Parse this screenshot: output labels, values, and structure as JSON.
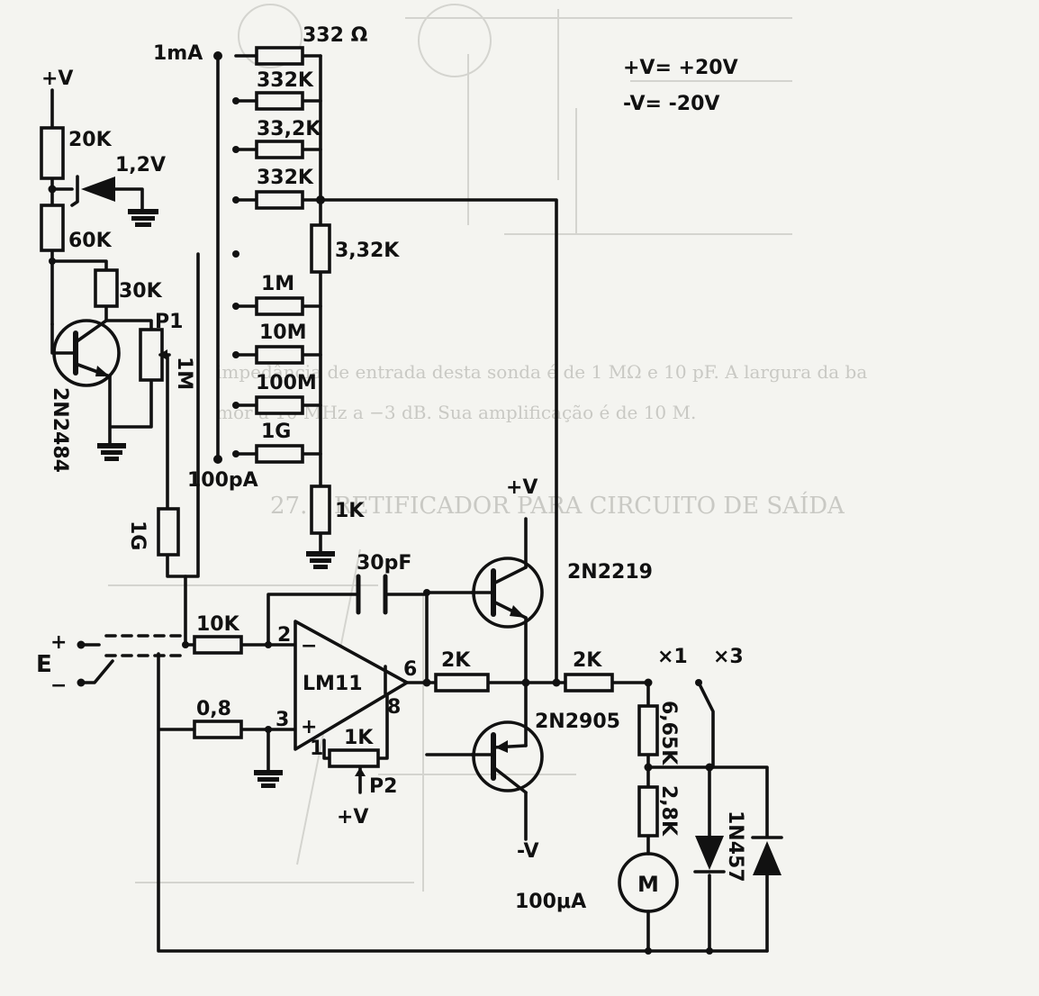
{
  "supply": {
    "pos_line": "+V= +20V",
    "neg_line": "-V= -20V"
  },
  "ranges": {
    "top": "1mA",
    "bottom": "100pA"
  },
  "divider": {
    "r1": "332 Ω",
    "r2": "332K",
    "r3": "33,2K",
    "r4": "332K",
    "r5": "3,32K",
    "r6": "1M",
    "r7": "10M",
    "r8": "100M",
    "r9": "1G",
    "r10": "1K"
  },
  "bias": {
    "vplus": "+V",
    "r_top": "20K",
    "zener": "1,2V",
    "r_bottom": "60K",
    "r_emitter": "30K",
    "transistor": "2N2484",
    "pot": "P1",
    "r_1m": "1M",
    "r_1g": "1G"
  },
  "amp": {
    "r_in": "10K",
    "r_plus": "0,8",
    "cap": "30pF",
    "opamp": "LM11",
    "pin_inv": "2",
    "pin_noninv": "3",
    "pin_out": "6",
    "pin_8": "8",
    "pin_1": "1",
    "inv_sign": "−",
    "noninv_sign": "+",
    "trim": "1K",
    "pot": "P2",
    "trim_supply": "+V"
  },
  "input": {
    "label": "E",
    "plus": "+",
    "minus": "−"
  },
  "output": {
    "q_top": "2N2219",
    "q_bottom": "2N2905",
    "vplus": "+V",
    "vminus": "-V",
    "r_base": "2K",
    "r_out": "2K",
    "x1": "×1",
    "x3": "×3",
    "r_665": "6,65K",
    "r_28": "2,8K",
    "diodes": "1N457",
    "meter": "M",
    "meter_range": "100μA"
  },
  "bleed_through": {
    "line1": "impedância de entrada desta sonda é de 1 MΩ e 10 pF. A largura da ba",
    "line2": "mor a 10 MHz a −3 dB. Sua amplificação é de 10 M.",
    "heading": "27. – RETIFICADOR PARA CIRCUITO DE SAÍDA"
  }
}
